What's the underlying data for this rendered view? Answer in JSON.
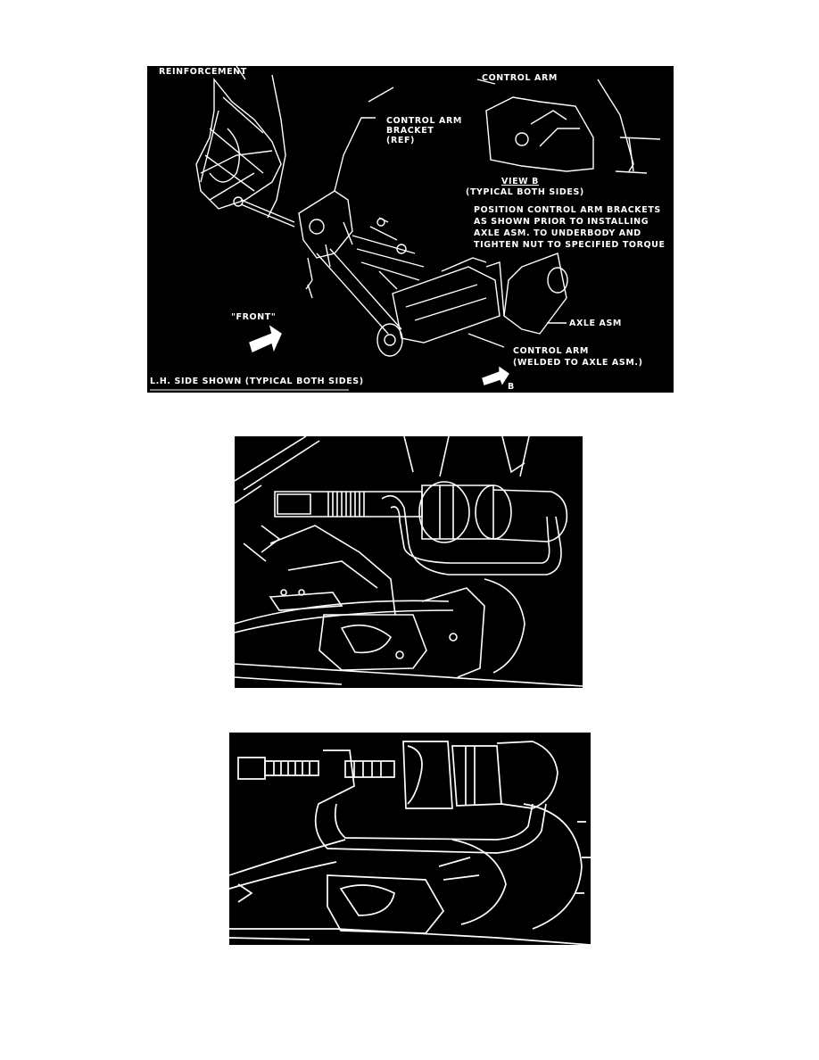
{
  "figure1": {
    "labels": {
      "reinforcement": "REINFORCEMENT",
      "control_arm_top": "CONTROL ARM",
      "bracket_l1": "CONTROL ARM",
      "bracket_l2": "BRACKET",
      "bracket_l3": "(REF)",
      "view_b": "VIEW B",
      "typical": "(TYPICAL BOTH SIDES)",
      "note_l1": "POSITION CONTROL ARM BRACKETS",
      "note_l2": "AS SHOWN PRIOR TO INSTALLING",
      "note_l3": "AXLE ASM. TO UNDERBODY AND",
      "note_l4": "TIGHTEN NUT TO SPECIFIED TORQUE",
      "front": "\"FRONT\"",
      "axle_asm": "AXLE ASM",
      "control_arm_bottom_l1": "CONTROL ARM",
      "control_arm_bottom_l2": "(WELDED TO AXLE ASM.)",
      "side_shown": "L.H. SIDE SHOWN (TYPICAL BOTH SIDES)",
      "b": "B"
    }
  },
  "figure2": {},
  "figure3": {}
}
